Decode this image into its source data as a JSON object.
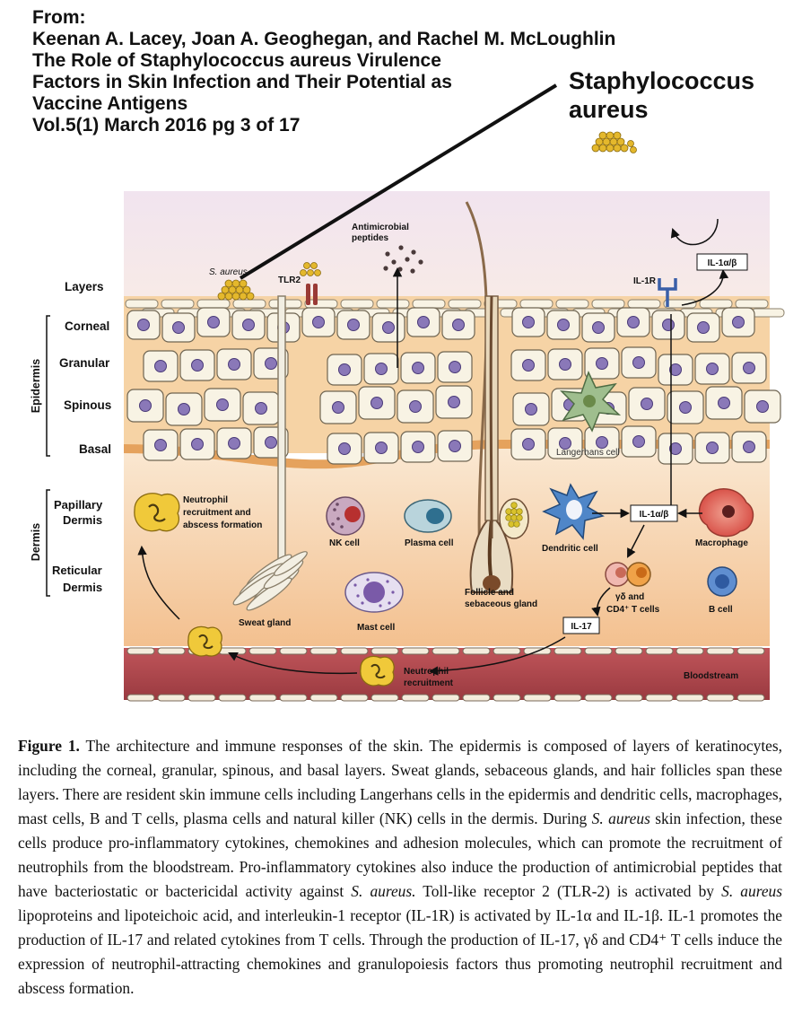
{
  "citation": {
    "lines": [
      "From:",
      "Keenan A. Lacey, Joan A. Geoghegan, and Rachel M. McLoughlin",
      "The Role of Staphylococcus aureus Virulence",
      "Factors in Skin Infection and Their Potential as",
      "Vaccine Antigens",
      "Vol.5(1) March 2016 pg 3 of 17"
    ]
  },
  "annotation": {
    "title_line1": "Staphylococcus",
    "title_line2": "aureus"
  },
  "figure": {
    "layers_heading": "Layers",
    "epidermis_label": "Epidermis",
    "dermis_label": "Dermis",
    "layers": {
      "corneal": "Corneal",
      "granular": "Granular",
      "spinous": "Spinous",
      "basal": "Basal",
      "papillary_1": "Papillary",
      "papillary_2": "Dermis",
      "reticular_1": "Reticular",
      "reticular_2": "Dermis"
    },
    "labels": {
      "s_aureus": "S. aureus",
      "tlr2": "TLR2",
      "amp_1": "Antimicrobial",
      "amp_2": "peptides",
      "il1r": "IL-1R",
      "il1ab_top": "IL-1α/β",
      "il1ab_mid": "IL-1α/β",
      "langerhans": "Langerhans cell",
      "neutro_rec_1": "Neutrophil",
      "neutro_rec_2": "recruitment and",
      "neutro_rec_3": "abscess formation",
      "nk": "NK cell",
      "plasma": "Plasma cell",
      "dendritic": "Dendritic cell",
      "macrophage": "Macrophage",
      "gd_1": "γδ and",
      "gd_2": "CD4⁺ T cells",
      "bcell": "B cell",
      "follicle_1": "Follicle and",
      "follicle_2": "sebaceous gland",
      "sweat": "Sweat gland",
      "mast": "Mast cell",
      "il17": "IL-17",
      "neutro_blood_1": "Neutrophil",
      "neutro_blood_2": "recruitment",
      "bloodstream": "Bloodstream"
    }
  },
  "caption": {
    "label": "Figure 1.",
    "p1": " The architecture and immune responses of the skin. The epidermis is composed of layers of keratinocytes, including the corneal, granular, spinous, and basal layers. Sweat glands, sebaceous glands, and hair follicles span these layers. There are resident skin immune cells including Langerhans cells in the epidermis and dendritic cells, macrophages, mast cells, B and T cells, plasma cells and natural killer (NK) cells in the dermis. During ",
    "sa1": "S. aureus",
    "p2": " skin infection, these cells produce pro-inflammatory cytokines, chemokines and adhesion molecules, which can promote the recruitment of neutrophils from the bloodstream. Pro-inflammatory cytokines also induce the production of antimicrobial peptides that have bacteriostatic or bactericidal activity against ",
    "sa2": "S. aureus.",
    "p3": " Toll-like receptor 2 (TLR-2) is activated by ",
    "sa3": "S. aureus",
    "p4": " lipoproteins and lipoteichoic acid, and interleukin-1 receptor (IL-1R) is activated by IL-1α and IL-1β. IL-1 promotes the production of IL-17 and related cytokines from T cells. Through the production of IL-17, γδ and CD4⁺ T cells induce the expression of neutrophil-attracting chemokines and granulopoiesis factors thus promoting neutrophil recruitment and abscess formation."
  },
  "colors": {
    "sky": "#f3e6ee",
    "corneal": "#f6d2a4",
    "dermis_top": "#f9e3c8",
    "dermis_bottom": "#f3bf8e",
    "blood": "#b5484f",
    "nucleus": "#8a78b8",
    "cell": "#f8f3e4",
    "saureus": "#e2b62b"
  }
}
